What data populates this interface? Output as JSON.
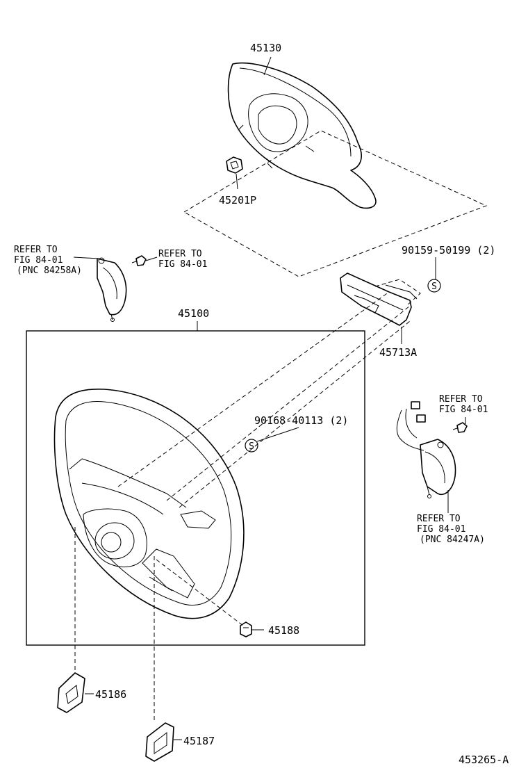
{
  "labels": {
    "p45130": "45130",
    "p45201p": "45201P",
    "p45100": "45100",
    "p45713a": "45713A",
    "p45188": "45188",
    "p45186": "45186",
    "p45187": "45187",
    "bolt1": "90159-50199 (2)",
    "bolt2": "90168-40113 (2)",
    "s_symbol": "S",
    "diagram_id": "453265-A"
  },
  "refs": {
    "left_a": [
      "REFER TO",
      "FIG 84-01",
      "(PNC 84258A)"
    ],
    "left_b": [
      "REFER TO",
      "FIG 84-01"
    ],
    "right_a": [
      "REFER TO",
      "FIG 84-01"
    ],
    "right_b": [
      "REFER TO",
      "FIG 84-01",
      "(PNC 84247A)"
    ]
  }
}
